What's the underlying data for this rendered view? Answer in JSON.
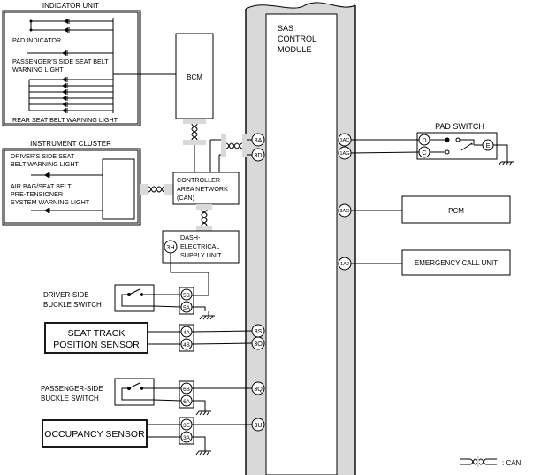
{
  "indicator_unit": {
    "title": "INDICATOR UNIT",
    "pad_indicator": "PAD INDICATOR",
    "passenger_seatbelt_line1": "PASSENGER'S SIDE SEAT BELT",
    "passenger_seatbelt_line2": "WARNING LIGHT",
    "rear_seatbelt": "REAR SEAT BELT WARNING LIGHT"
  },
  "bcm": {
    "label": "BCM"
  },
  "instrument_cluster": {
    "title": "INSTRUMENT CLUSTER",
    "driver_line1": "DRIVER'S SIDE SEAT",
    "driver_line2": "BELT WARNING LIGHT",
    "airbag_line1": "AIR BAG/SEAT BELT",
    "airbag_line2": "PRE-TENSIONER",
    "airbag_line3": "SYSTEM WARNING LIGHT"
  },
  "can": {
    "line1": "CONTROLLER",
    "line2": "AREA NETWORK",
    "line3": "(CAN)"
  },
  "dash_supply": {
    "line1": "DASH-",
    "line2": "ELECTRICAL",
    "line3": "SUPPLY UNIT",
    "pin": "3H"
  },
  "sas": {
    "line1": "SAS",
    "line2": "CONTROL",
    "line3": "MODULE",
    "left_pins": [
      "3A",
      "3D",
      "3S",
      "3O",
      "3Q",
      "3U"
    ],
    "right_pins": [
      "1AC",
      "1AG",
      "3AO",
      "1AJ"
    ]
  },
  "driver_buckle": {
    "line1": "DRIVER-SIDE",
    "line2": "BUCKLE SWITCH",
    "pins": [
      "5B",
      "5A"
    ]
  },
  "seat_track": {
    "line1": "SEAT TRACK",
    "line2": "POSITION SENSOR",
    "pins": [
      "4A",
      "4B"
    ]
  },
  "passenger_buckle": {
    "line1": "PASSENGER-SIDE",
    "line2": "BUCKLE SWITCH",
    "pins": [
      "6B",
      "6A"
    ]
  },
  "occupancy": {
    "label": "OCCUPANCY SENSOR",
    "pins": [
      "3E",
      "3A"
    ]
  },
  "pad_switch": {
    "label": "PAD SWITCH",
    "pins": [
      "D",
      "C",
      "E"
    ]
  },
  "pcm": {
    "label": "PCM"
  },
  "emergency": {
    "label": "EMERGENCY CALL UNIT"
  },
  "legend": {
    "can_label": ": CAN"
  }
}
